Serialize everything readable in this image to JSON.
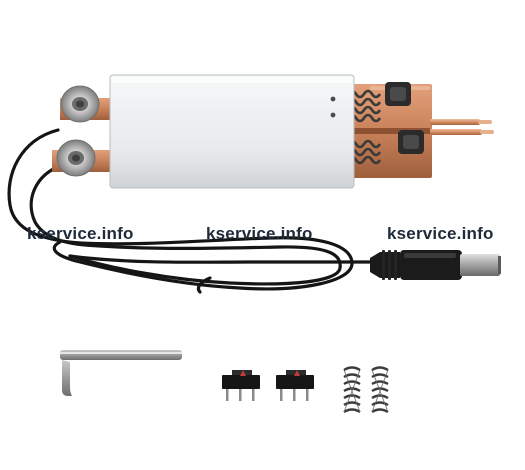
{
  "watermarks": [
    "kservice.info",
    "kservice.info",
    "kservice.info"
  ],
  "objects": {
    "housing": "welding-pen-housing",
    "electrodes": "copper-electrode-tips",
    "cable": "black-power-cable",
    "plug": "dc-barrel-plug",
    "wrench": "hex-allen-key",
    "switches": "micro-switches",
    "springs": "spare-springs"
  },
  "colors": {
    "background": "#ffffff",
    "housing": "#eceef0",
    "copper": "#c9825a",
    "cable": "#151515",
    "steel": "#9a9a9a"
  }
}
